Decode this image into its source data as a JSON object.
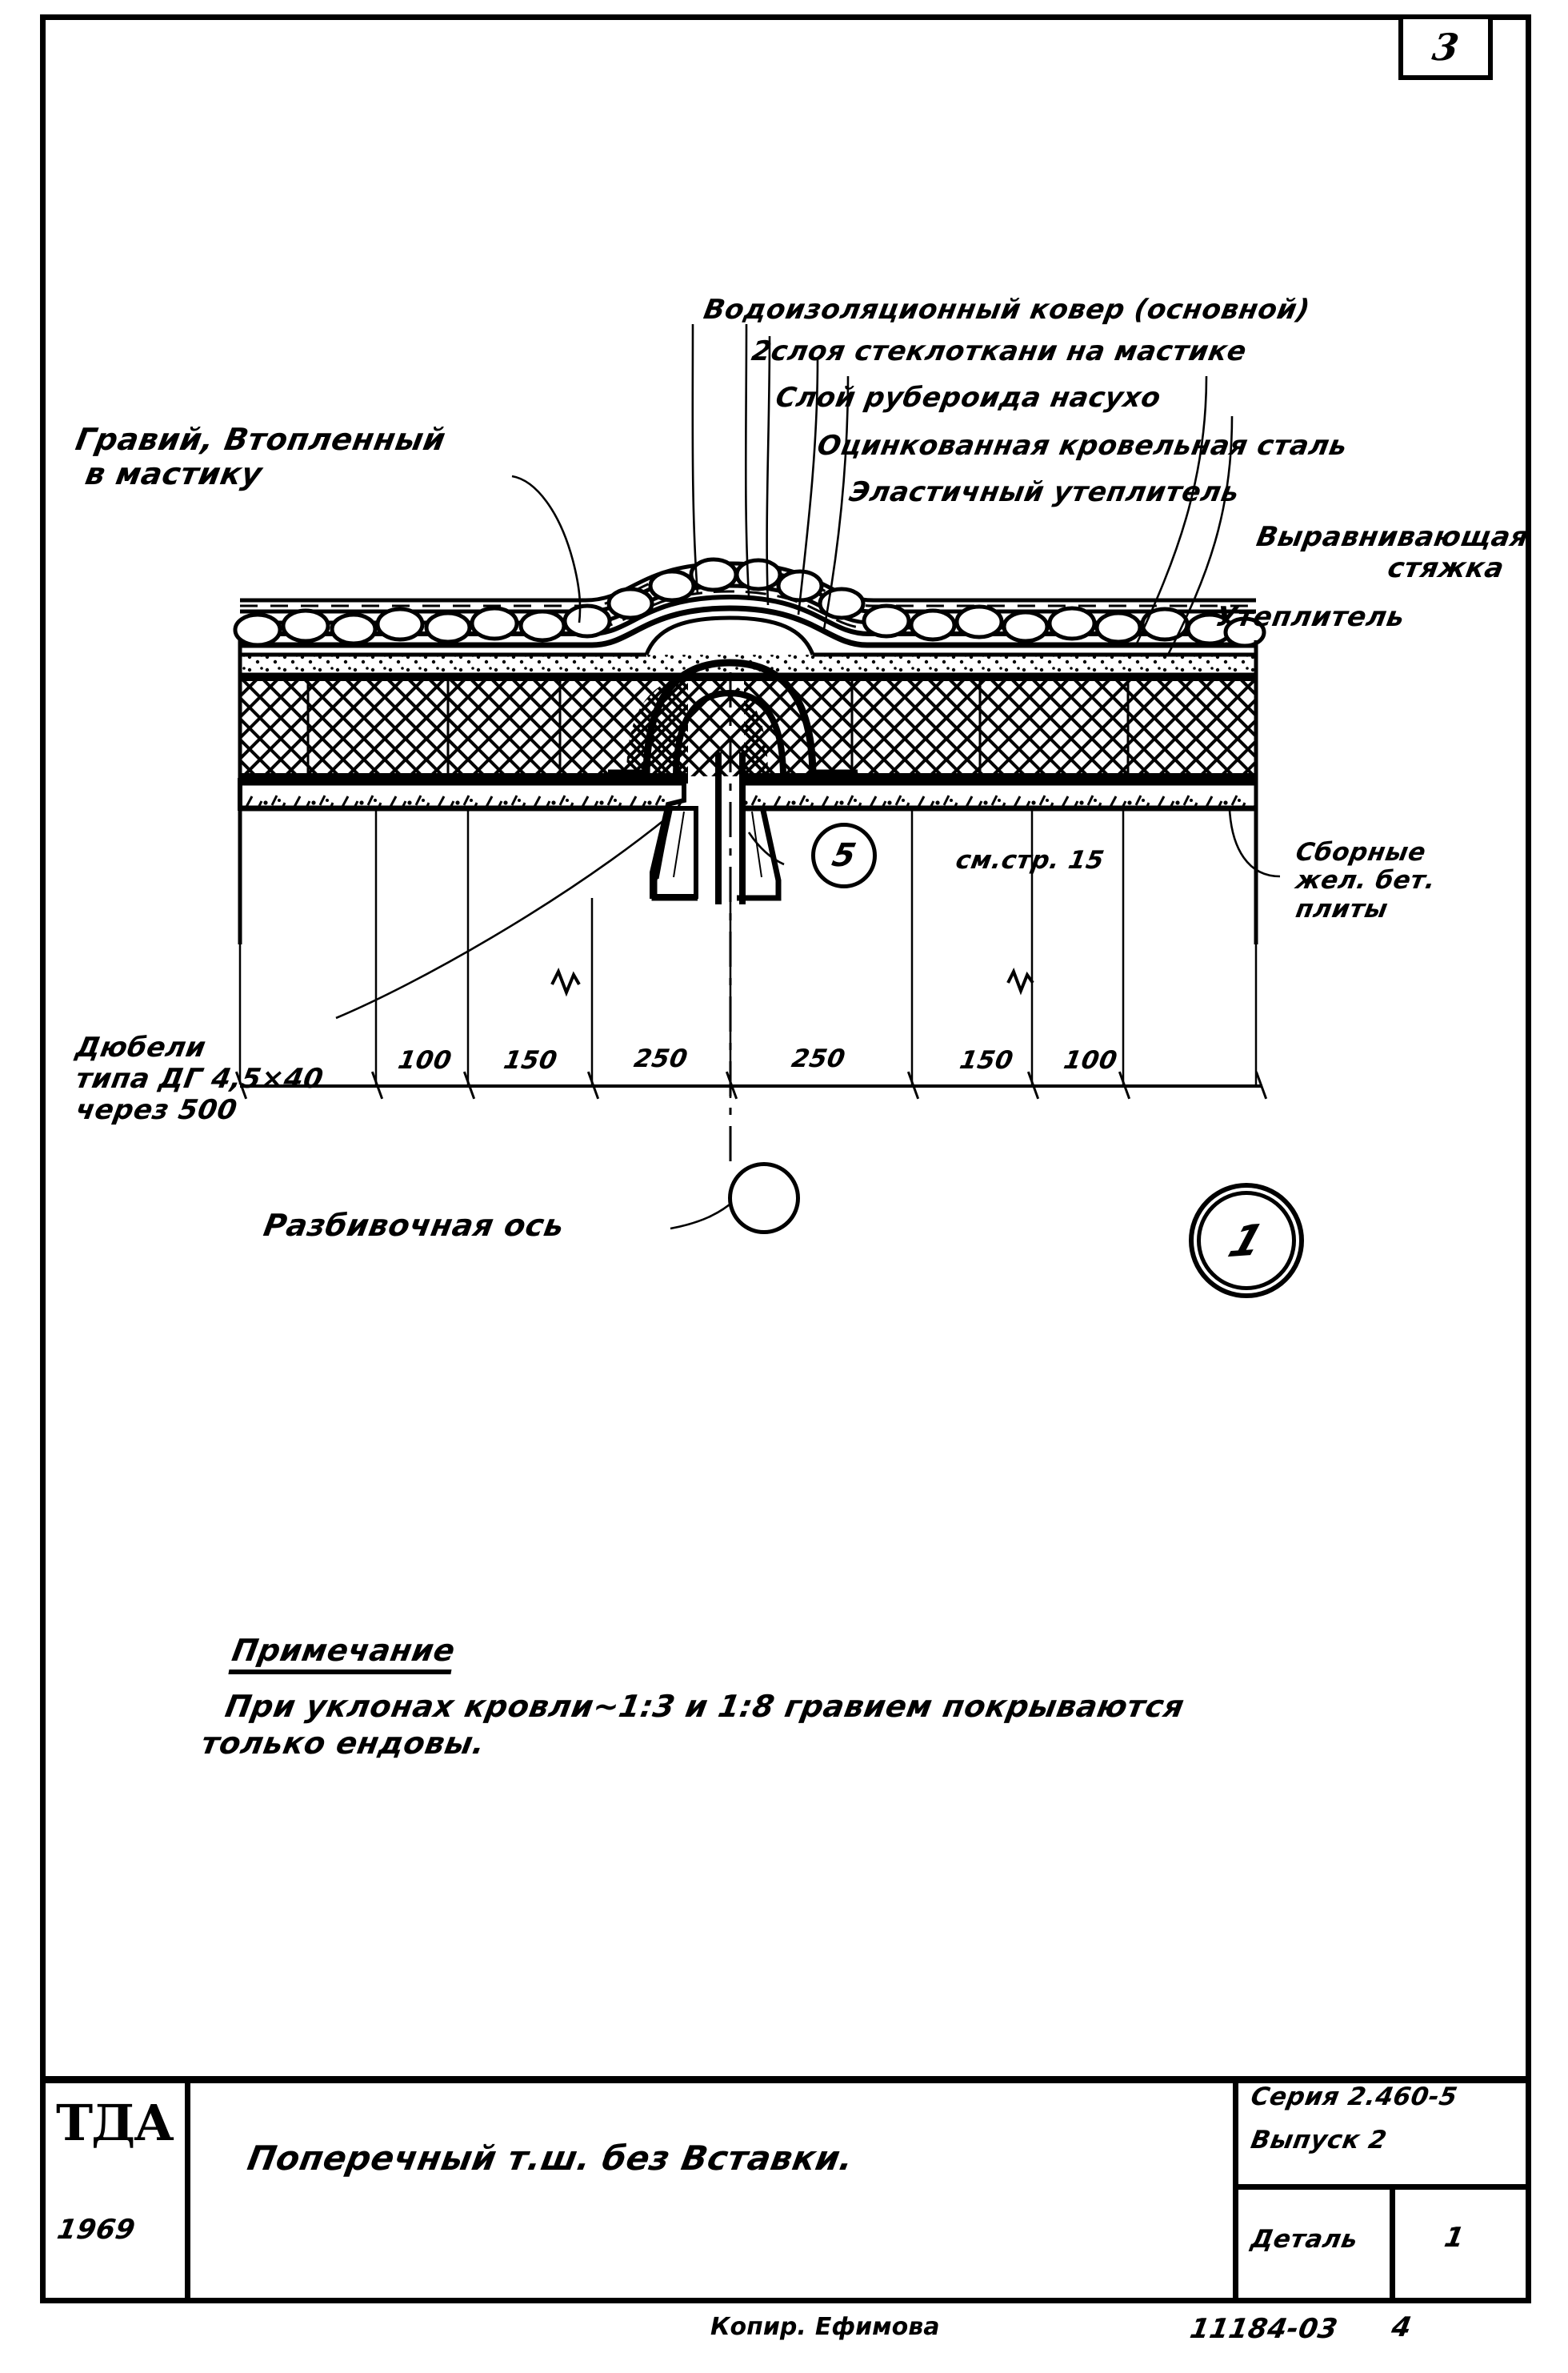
{
  "sheet": {
    "page_number": "3",
    "border_color": "#000000",
    "background": "#ffffff"
  },
  "annotations": {
    "left_label": {
      "line1": "Гравий, Втопленный",
      "line2": "в мастику"
    },
    "stack_labels": [
      "Водоизоляционный ковер (основной)",
      "2слоя стеклоткани на мастике",
      "Слой рубероида  насухо",
      "Оцинкованная кровельная сталь",
      "Эластичный утеплитель"
    ],
    "right_labels": {
      "screed_line1": "Выравнивающая",
      "screed_line2": "стяжка",
      "insulation": "Утеплитель",
      "slabs_line1": "Сборные",
      "slabs_line2": "жел. бет.",
      "slabs_line3": "плиты"
    },
    "dowels": {
      "line1": "Дюбели",
      "line2": "типа ДГ 4,5×40",
      "line3": "через 500"
    },
    "see_page": "см.стр. 15",
    "axis_label": "Разбивочная ось",
    "callout_5": "5",
    "detail_marker": "1"
  },
  "dimensions": {
    "chain": [
      "100",
      "150",
      "250",
      "250",
      "150",
      "100"
    ]
  },
  "note": {
    "heading": "Примечание",
    "line1": "При уклонах кровли~1:3 и 1:8 гравием покрываются",
    "line2": "только  ендовы."
  },
  "title_block": {
    "org": "ТДА",
    "year": "1969",
    "title": "Поперечный т.ш. без Вставки.",
    "series": "Серия 2.460-5",
    "issue": "Выпуск 2",
    "detail_label": "Деталь",
    "detail_value": "1",
    "copier_label": "Копир.",
    "copier_signature": "Ефимова",
    "drawing_code": "11184-03",
    "sheet_count": "4"
  }
}
